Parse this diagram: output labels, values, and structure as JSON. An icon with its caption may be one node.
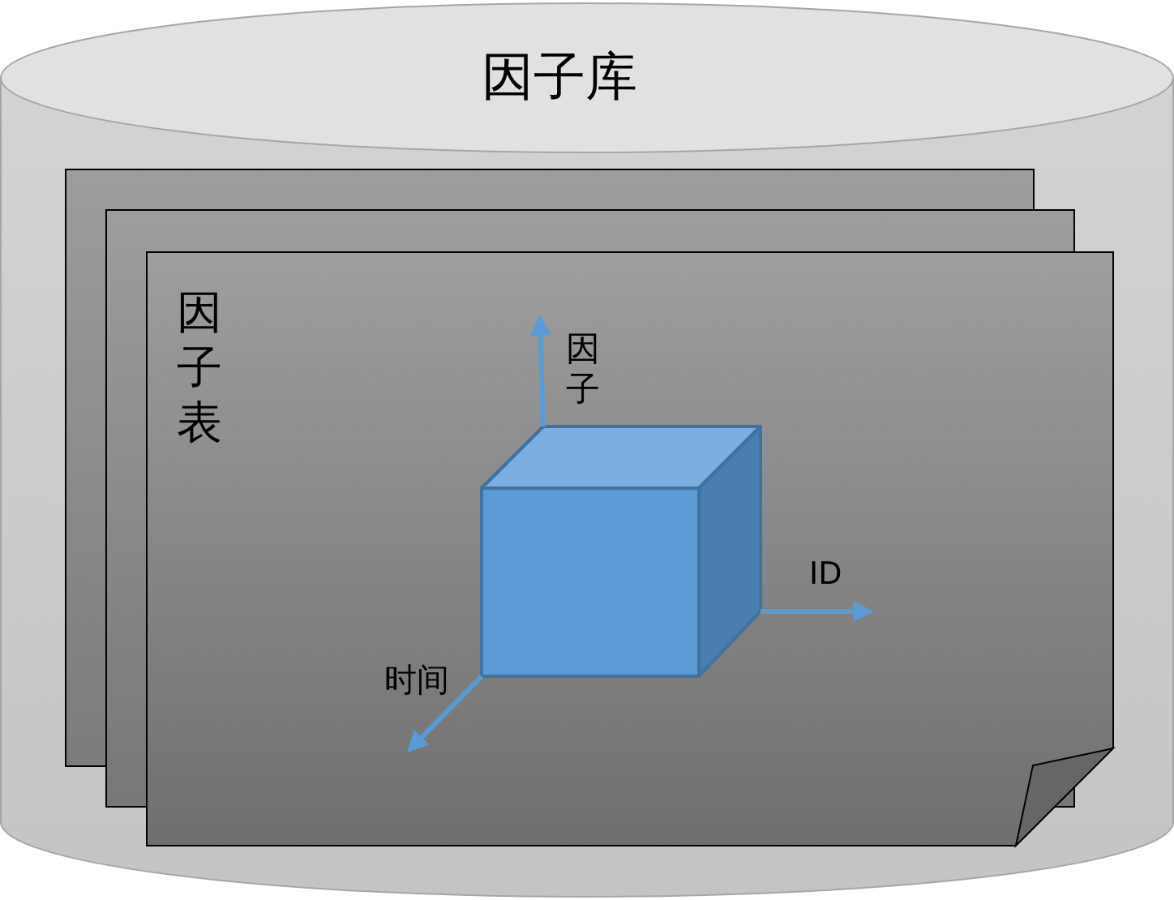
{
  "diagram": {
    "nodes": [
      {
        "text": [
          "因子库"
        ]
      },
      {
        "text": [],
        "shape": "box",
        "in": 0
      },
      {
        "text": [],
        "shape": "box",
        "in": 0
      },
      {
        "text": [
          "因子表"
        ],
        "in": 0
      }
    ],
    "edges": [],
    "labels": [
      "因子",
      "ID",
      "时间"
    ]
  }
}
